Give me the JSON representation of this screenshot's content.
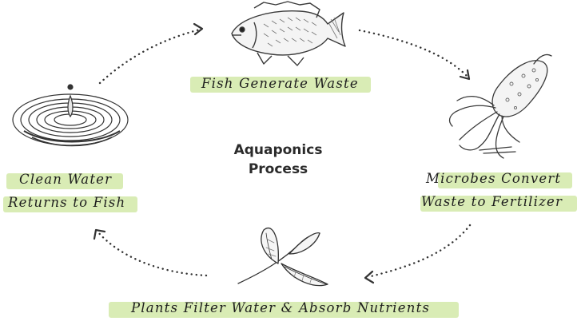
{
  "title": {
    "line1": "Aquaponics",
    "line2": "Process"
  },
  "steps": [
    {
      "lines": [
        "Fish Generate Waste"
      ],
      "icon": "fish-icon"
    },
    {
      "lines": [
        "Microbes Convert",
        "Waste to Fertilizer"
      ],
      "icon": "microbe-icon"
    },
    {
      "lines": [
        "Plants Filter Water & Absorb Nutrients"
      ],
      "icon": "plant-leaf-icon"
    },
    {
      "lines": [
        "Clean Water",
        "Returns to Fish"
      ],
      "icon": "water-drop-icon"
    }
  ],
  "colors": {
    "highlight": "#d7ebb1",
    "ink": "#1e1e1e",
    "arrow": "#333333"
  }
}
